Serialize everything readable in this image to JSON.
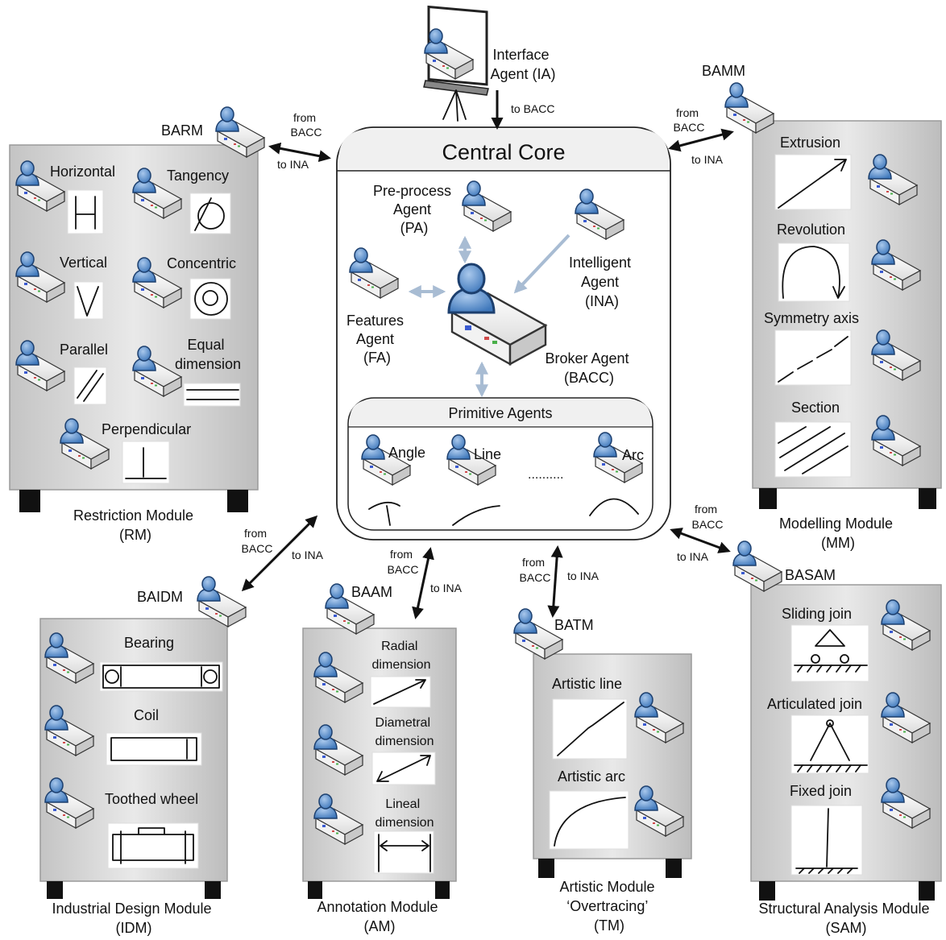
{
  "core": {
    "title": "Central Core",
    "broker": [
      "Broker Agent",
      "(BACC)"
    ],
    "intelligent": [
      "Intelligent",
      "Agent",
      "(INA)"
    ],
    "preprocess": [
      "Pre-process",
      "Agent",
      "(PA)"
    ],
    "features": [
      "Features",
      "Agent",
      "(FA)"
    ],
    "primitive_title": "Primitive Agents",
    "primitives": [
      "Angle",
      "Line",
      "Arc"
    ],
    "dots": ".........."
  },
  "interface": [
    "Interface",
    "Agent (IA)"
  ],
  "links": {
    "to_bacc": "to BACC",
    "from_bacc": [
      "from",
      "BACC"
    ],
    "to_ina": "to INA"
  },
  "restriction": {
    "broker": "BARM",
    "items": [
      "Horizontal",
      "Tangency",
      "Vertical",
      "Concentric",
      "Parallel",
      "Perpendicular"
    ],
    "equal": [
      "Equal",
      "dimension"
    ],
    "name": [
      "Restriction Module",
      "(RM)"
    ]
  },
  "modelling": {
    "broker": "BAMM",
    "items": [
      "Extrusion",
      "Revolution",
      "Symmetry axis",
      "Section"
    ],
    "name": [
      "Modelling Module",
      "(MM)"
    ]
  },
  "industrial": {
    "broker": "BAIDM",
    "items": [
      "Bearing",
      "Coil",
      "Toothed wheel"
    ],
    "name": [
      "Industrial Design Module",
      "(IDM)"
    ]
  },
  "annotation": {
    "broker": "BAAM",
    "items": [
      [
        "Radial",
        "dimension"
      ],
      [
        "Diametral",
        "dimension"
      ],
      [
        "Lineal",
        "dimension"
      ]
    ],
    "name": [
      "Annotation Module",
      "(AM)"
    ]
  },
  "artistic": {
    "broker": "BATM",
    "items": [
      "Artistic line",
      "Artistic arc"
    ],
    "name": [
      "Artistic Module",
      "‘Overtracing’",
      "(TM)"
    ]
  },
  "structural": {
    "broker": "BASAM",
    "items": [
      "Sliding join",
      "Articulated join",
      "Fixed join"
    ],
    "name": [
      "Structural Analysis Module",
      "(SAM)"
    ]
  },
  "colors": {
    "agent_head": "#6a9bd1",
    "agent_outline": "#1c3f6e",
    "module_fill": "#d8d8d8"
  }
}
